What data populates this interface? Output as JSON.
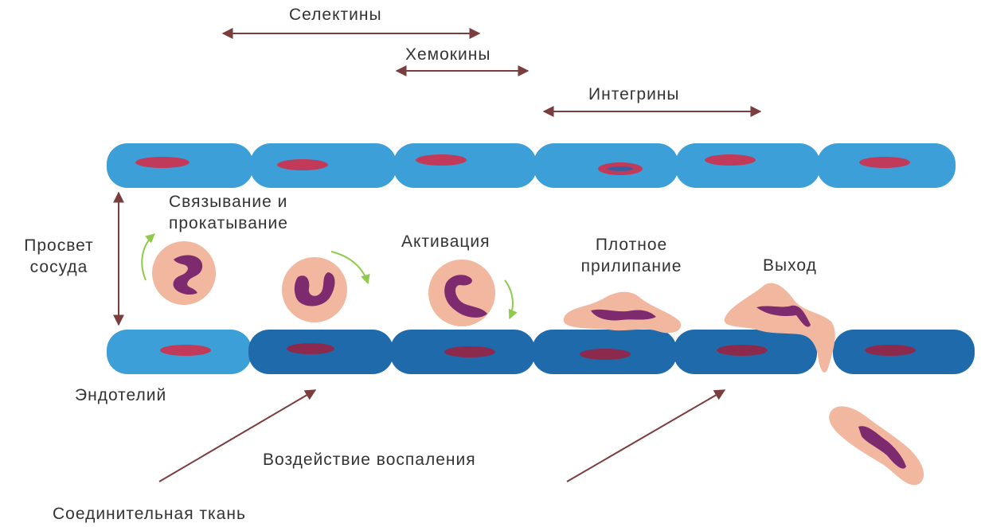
{
  "labels": {
    "selectins": "Селектины",
    "chemokines": "Хемокины",
    "integrins": "Интегрины",
    "binding_line1": "Связывание и",
    "binding_line2": "прокатывание",
    "lumen_line1": "Просвет",
    "lumen_line2": "сосуда",
    "activation": "Активация",
    "adhesion_line1": "Плотное",
    "adhesion_line2": "прилипание",
    "exit": "Выход",
    "endothelium": "Эндотелий",
    "inflammation": "Воздействие воспаления",
    "connective_tissue": "Соединительная ткань"
  },
  "colors": {
    "endothelium_light": "#3d9fd8",
    "endothelium_dark": "#1f6aaa",
    "nucleus_red": "#c23a5a",
    "nucleus_dark": "#8c2a4e",
    "leukocyte_body": "#f2b79f",
    "leukocyte_nucleus": "#7e2a6e",
    "arrow_brown": "#7a3e3e",
    "rolling_arrow_green": "#8ecb4a",
    "text": "#333333"
  }
}
